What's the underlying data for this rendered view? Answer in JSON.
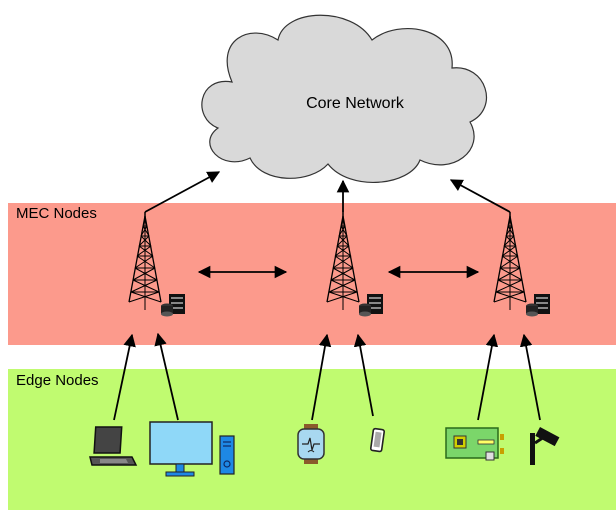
{
  "core_network": {
    "label": "Core Network"
  },
  "mec_zone": {
    "label": "MEC Nodes",
    "color": "#fc9a8c"
  },
  "edge_zone": {
    "label": "Edge Nodes",
    "color": "#c0fb70"
  },
  "cloud": {
    "fill": "#d9d9d9",
    "stroke": "#333333"
  },
  "mec_nodes": [
    {
      "icon": "cell-tower-with-server-icon"
    },
    {
      "icon": "cell-tower-with-server-icon"
    },
    {
      "icon": "cell-tower-with-server-icon"
    }
  ],
  "edge_devices": [
    {
      "icon": "laptop-icon"
    },
    {
      "icon": "desktop-computer-icon"
    },
    {
      "icon": "smartwatch-icon"
    },
    {
      "icon": "smartphone-icon"
    },
    {
      "icon": "circuit-board-icon"
    },
    {
      "icon": "security-camera-icon"
    }
  ]
}
